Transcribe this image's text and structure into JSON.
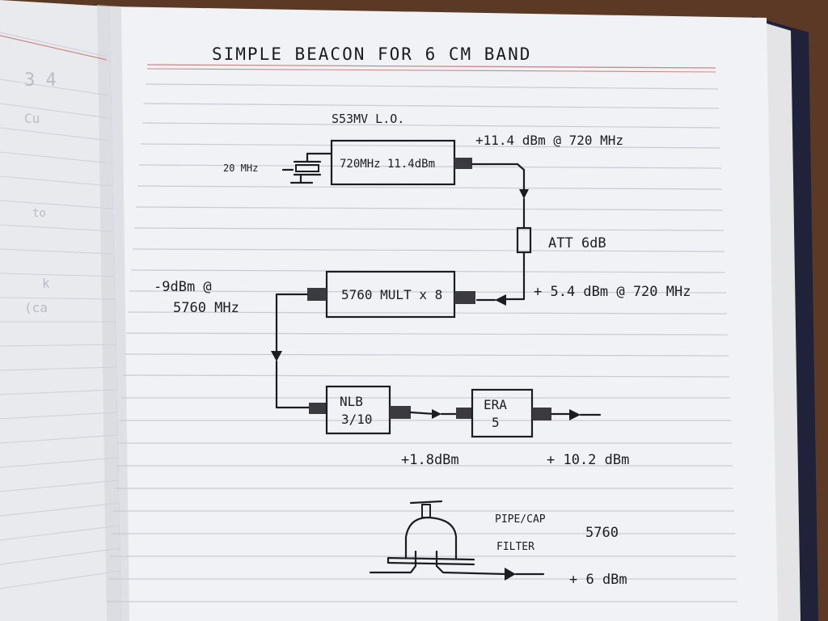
{
  "title": "SIMPLE BEACON FOR 6 CM BAND",
  "lo_label": "S53MV L.O.",
  "crystal_label": "20 MHz",
  "lo_block": "720MHz 11.4dBm",
  "lo_output": "+11.4 dBm @ 720 MHz",
  "attenuator_label": "ATT 6dB",
  "mult_input": "+ 5.4 dBm @ 720 MHz",
  "mult_block": "5760 MULT x 8",
  "mult_output_line1": "-9dBm @",
  "mult_output_line2": "5760 MHz",
  "nlb_line1": "NLB",
  "nlb_line2": "3/10",
  "era_line1": "ERA",
  "era_line2": "5",
  "nlb_output": "+1.8dBm",
  "era_output": "+ 10.2 dBm",
  "filter_line1": "PIPE/CAP",
  "filter_freq": "5760",
  "filter_line2": "FILTER",
  "filter_output": "+ 6 dBm",
  "left_page_marks": [
    "3 4",
    "Cu",
    "to",
    "k",
    "(ca"
  ]
}
